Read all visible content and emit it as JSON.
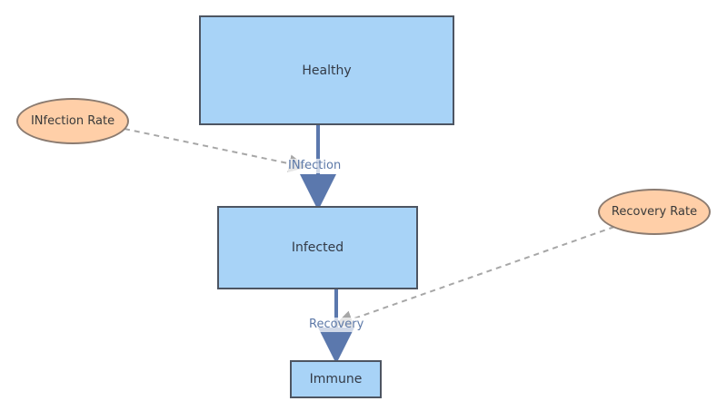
{
  "diagram": {
    "stocks": [
      {
        "id": "healthy",
        "label": "Healthy"
      },
      {
        "id": "infected",
        "label": "Infected"
      },
      {
        "id": "immune",
        "label": "Immune"
      }
    ],
    "parameters": [
      {
        "id": "infection-rate",
        "label": "INfection Rate"
      },
      {
        "id": "recovery-rate",
        "label": "Recovery Rate"
      }
    ],
    "flows": [
      {
        "id": "infection",
        "label": "INfection",
        "from": "Healthy",
        "to": "Infected"
      },
      {
        "id": "recovery",
        "label": "Recovery",
        "from": "Infected",
        "to": "Immune"
      }
    ],
    "links": [
      {
        "from": "INfection Rate",
        "to": "INfection"
      },
      {
        "from": "Recovery Rate",
        "to": "Recovery"
      }
    ],
    "colors": {
      "stock_fill": "#a8d3f7",
      "stock_border": "#4d5562",
      "parameter_fill": "#ffcfa8",
      "parameter_border": "#8b7b70",
      "flow": "#5b78ad",
      "link": "#a7a7a7"
    }
  }
}
